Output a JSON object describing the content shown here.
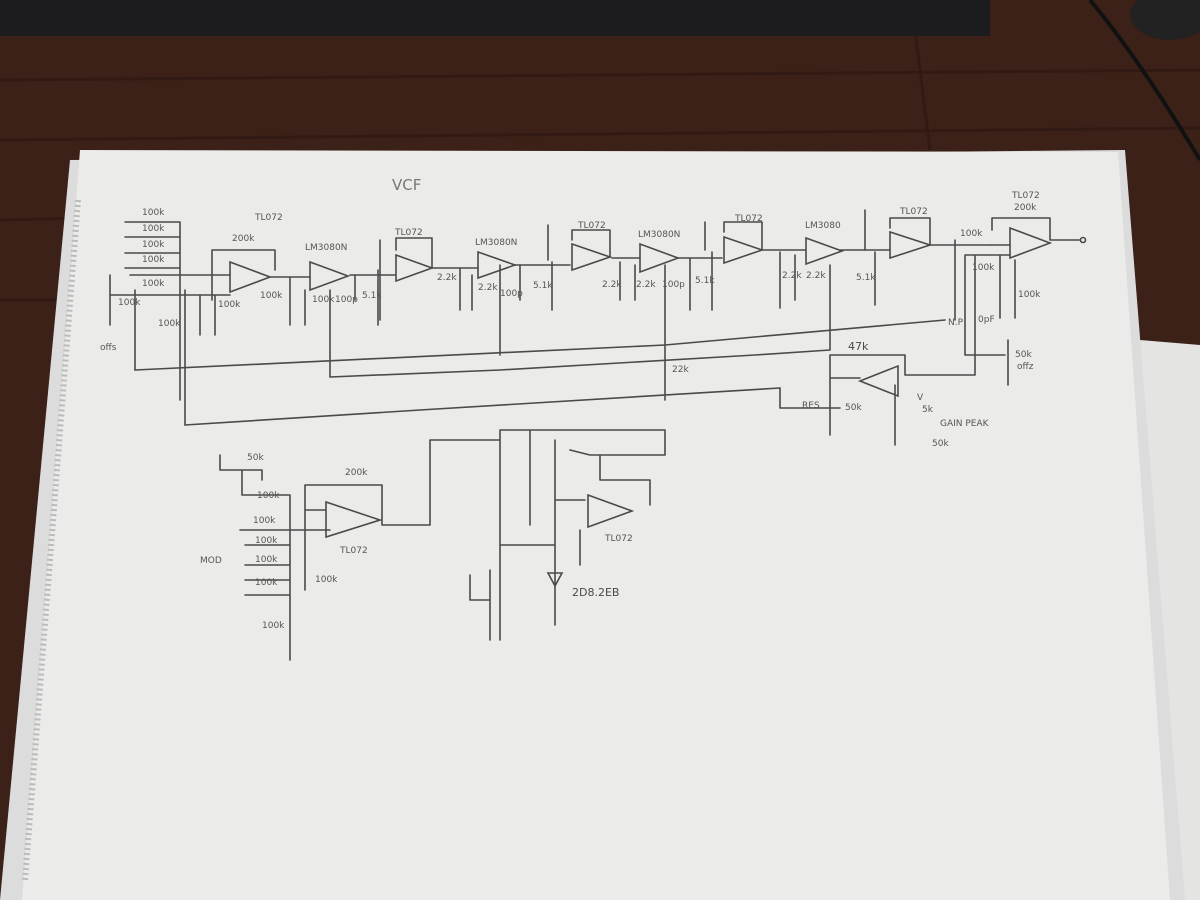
{
  "title": "VCF",
  "opamps": {
    "tl072_1": "TL072",
    "lm3080n_1": "LM3080N",
    "tl072_2": "TL072",
    "lm3080n_2": "LM3080N",
    "tl072_3": "TL072",
    "lm3080n_3": "LM3080N",
    "tl072_4": "TL072",
    "lm3080_4": "LM3080",
    "tl072_5": "TL072",
    "tl072_out": "TL072",
    "tl072_cv": "TL072",
    "tl072_ref": "TL072"
  },
  "components": {
    "in_r1": "100k",
    "in_r2": "100k",
    "in_r3": "100k",
    "in_r4": "100k",
    "in_r5": "100k",
    "in_r6": "100k",
    "fb_200k": "200k",
    "r_100k_a": "100k",
    "r_100k_b": "100k",
    "r_100k_c": "100k",
    "c_100p_1": "100p",
    "r_51k_1": "5.1k",
    "r_22k_1": "2.2k",
    "r_22k_2": "2.2k",
    "c_100p_2": "100p",
    "r_51k_2": "5.1k",
    "r_22k_3": "2.2k",
    "r_22k_4": "2.2k",
    "c_100p_3": "100p",
    "r_51k_3": "5.1k",
    "r_22k_5": "2.2k",
    "r_22k_6": "2.2k",
    "r_51k_4": "5.1k",
    "out_200k": "200k",
    "out_100k_a": "100k",
    "out_100k_b": "100k",
    "out_100k_c": "100k",
    "np": "N.P",
    "c_out": "0pF",
    "pot_offset": "50k",
    "pot_offset_label": "offz",
    "r_22k_bias": "22k",
    "r_47k": "47k",
    "res_label": "RES",
    "pot_res": "50k",
    "r_5k": "5k",
    "pot_gain": "50k",
    "gain_peak": "GAIN\nPEAK",
    "v_label": "V",
    "cv_pot": "50k",
    "cv_r1": "100k",
    "cv_r2": "100k",
    "cv_r3": "100k",
    "cv_r4": "100k",
    "cv_r5": "100k",
    "cv_r6": "100k",
    "cv_fb": "200k",
    "cv_ground_r": "100k",
    "cv_label": "MOD",
    "zener": "2D8.2EB",
    "offs_label": "offs"
  },
  "colors": {
    "paper": "#ebebe9",
    "pencil": "#4a4a4a",
    "wood": "#3a2016"
  }
}
